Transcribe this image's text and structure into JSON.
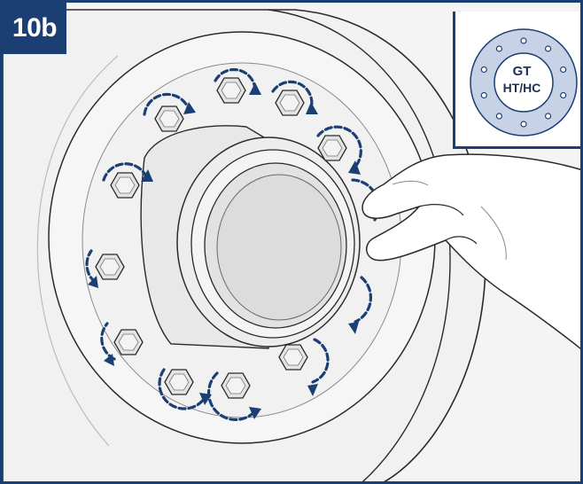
{
  "step_label": "10b",
  "inset": {
    "line1": "GT",
    "line2": "HT/HC",
    "bolt_count": 10
  },
  "illustration": {
    "bolt_count": 10,
    "rotation_direction": "clockwise",
    "colors": {
      "accent": "#1b3f73",
      "line": "#2a2a2a",
      "surface": "#f2f2f2",
      "inset_disc": "#c7d2e6"
    }
  }
}
